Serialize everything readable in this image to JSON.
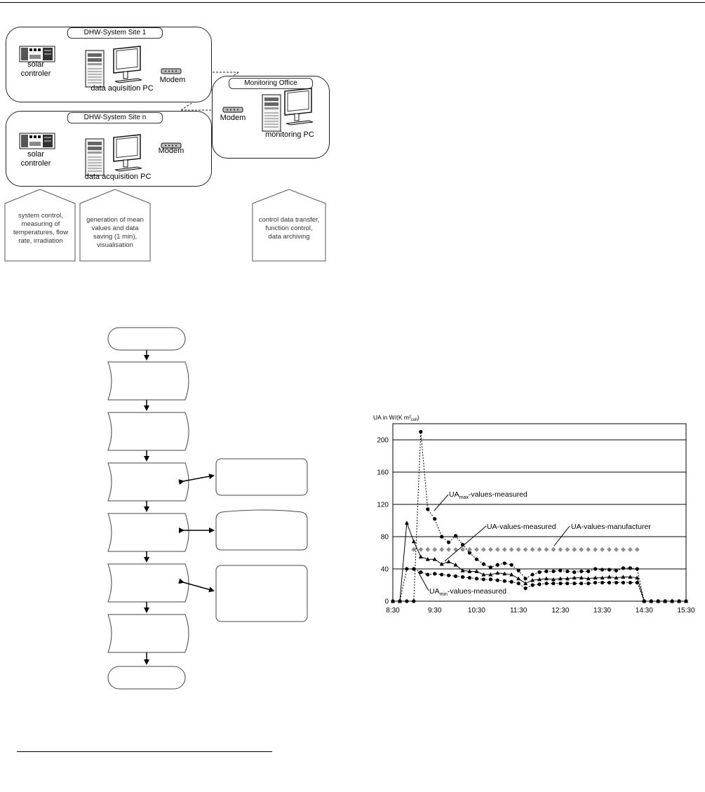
{
  "network_diagram": {
    "site1_title": "DHW-System Site 1",
    "siten_title": "DHW-System Site n",
    "office_title": "Monitoring Office",
    "solar_controller": "solar controler",
    "dap_site1": "data aquisition PC",
    "dap_siten": "data acquisition PC",
    "modem": "Modem",
    "monitoring_pc": "monitoring PC",
    "tasks": [
      "system control, measuring of temperatures, flow rate, irradiation",
      "generation of mean values and data saving (1 min), visualisation",
      "control data transfer, function control, data archiving"
    ]
  },
  "chart_data": {
    "type": "line",
    "ylabel": "UA in W/(K m²coll)",
    "ylabel_main": "UA  in W/(K m²",
    "ylabel_sub": "coll",
    "ylabel_close": ")",
    "x_ticks": [
      "8:30",
      "9:30",
      "10:30",
      "11:30",
      "12:30",
      "13:30",
      "14:30",
      "15:30"
    ],
    "y_ticks": [
      0,
      40,
      80,
      120,
      160,
      200
    ],
    "xlim_minutes": [
      0,
      420
    ],
    "ylim": [
      0,
      220
    ],
    "annotations": {
      "max_pre": "UA",
      "max_sub": "max",
      "max_post": "-values-measured",
      "ua_measured": "UA-values-measured",
      "manufacturer": "UA-values-manufacturer",
      "min_pre": "UA",
      "min_sub": "min",
      "min_post": "-values-measured"
    },
    "x_minutes": [
      0,
      10,
      20,
      30,
      40,
      50,
      60,
      70,
      80,
      90,
      100,
      110,
      120,
      130,
      140,
      150,
      160,
      170,
      180,
      190,
      200,
      210,
      220,
      230,
      240,
      250,
      260,
      270,
      280,
      290,
      300,
      310,
      320,
      330,
      340,
      350,
      360,
      370,
      380,
      390,
      400,
      410,
      420
    ],
    "series": [
      {
        "key": "ua_max",
        "values": [
          0,
          0,
          0,
          0,
          210,
          114,
          102,
          80,
          73,
          81,
          70,
          60,
          52,
          46,
          42,
          45,
          47,
          45,
          38,
          28,
          33,
          36,
          37,
          37,
          38,
          37,
          36,
          37,
          37,
          40,
          39,
          39,
          38,
          41,
          41,
          40,
          0,
          0,
          0,
          0,
          0,
          0,
          0
        ]
      },
      {
        "key": "ua",
        "values": [
          0,
          0,
          97,
          74,
          55,
          52,
          52,
          46,
          49,
          45,
          38,
          37,
          37,
          33,
          33,
          35,
          34,
          33,
          28,
          22,
          26,
          27,
          28,
          27,
          28,
          28,
          29,
          29,
          28,
          29,
          29,
          30,
          29,
          30,
          30,
          29,
          0,
          0,
          0,
          0,
          0,
          0,
          0
        ]
      },
      {
        "key": "ua_min",
        "values": [
          0,
          0,
          40,
          40,
          36,
          33,
          34,
          33,
          32,
          31,
          30,
          29,
          28,
          27,
          27,
          26,
          25,
          24,
          22,
          16,
          20,
          21,
          22,
          22,
          22,
          22,
          22,
          22,
          22,
          23,
          23,
          23,
          23,
          23,
          23,
          23,
          0,
          0,
          0,
          0,
          0,
          0,
          0
        ]
      },
      {
        "key": "manufacturer",
        "values": [
          null,
          null,
          null,
          64,
          64,
          64,
          64,
          64,
          64,
          64,
          64,
          64,
          64,
          64,
          64,
          64,
          64,
          64,
          64,
          64,
          64,
          64,
          64,
          64,
          64,
          64,
          64,
          64,
          64,
          64,
          64,
          64,
          64,
          64,
          64,
          64,
          null,
          null,
          null,
          null,
          null,
          null,
          null
        ]
      }
    ],
    "colors": {
      "measured": "#000000",
      "manufacturer": "#8c8c8c"
    }
  }
}
